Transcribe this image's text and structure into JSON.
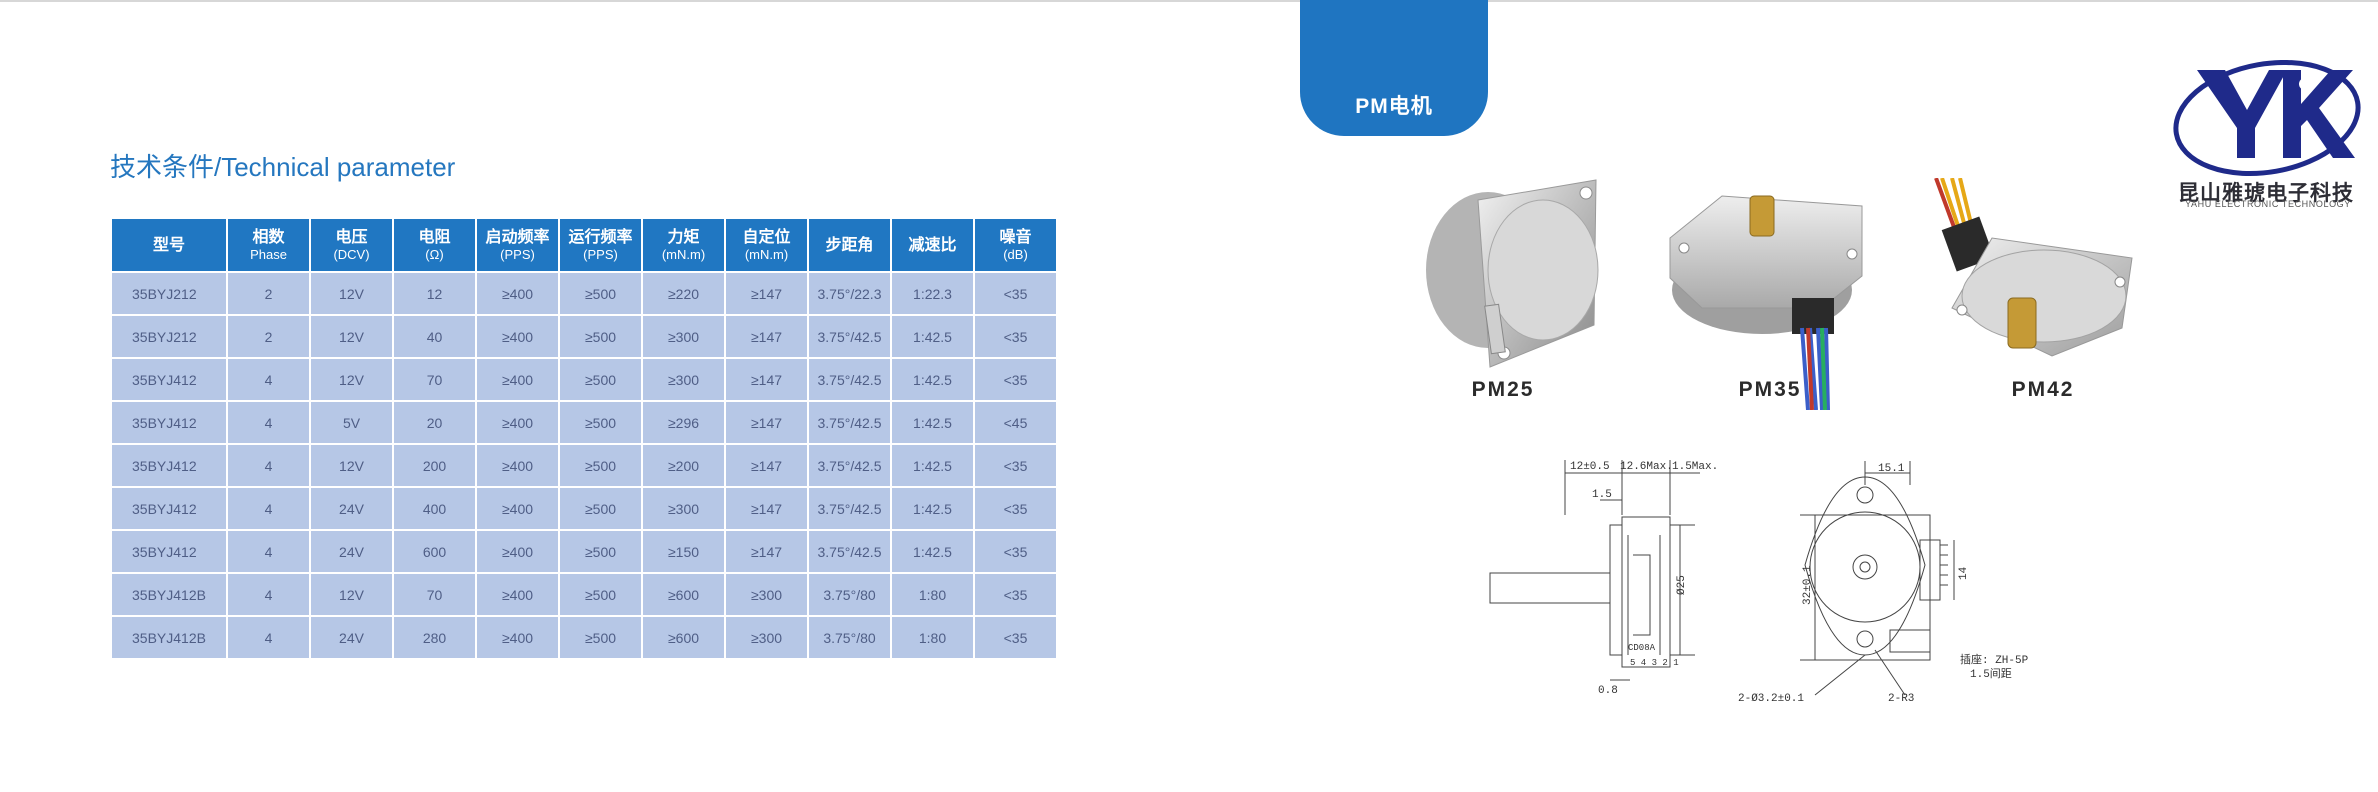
{
  "tab": {
    "label": "PM电机"
  },
  "section": {
    "title": "技术条件/Technical parameter"
  },
  "table": {
    "headers": [
      {
        "cn": "型号",
        "en": ""
      },
      {
        "cn": "相数",
        "en": "Phase"
      },
      {
        "cn": "电压",
        "en": "(DCV)"
      },
      {
        "cn": "电阻",
        "en": "(Ω)"
      },
      {
        "cn": "启动频率",
        "en": "(PPS)"
      },
      {
        "cn": "运行频率",
        "en": "(PPS)"
      },
      {
        "cn": "力矩",
        "en": "(mN.m)"
      },
      {
        "cn": "自定位",
        "en": "(mN.m)"
      },
      {
        "cn": "步距角",
        "en": ""
      },
      {
        "cn": "减速比",
        "en": ""
      },
      {
        "cn": "噪音",
        "en": "(dB)"
      }
    ],
    "rows": [
      [
        "35BYJ212",
        "2",
        "12V",
        "12",
        "≥400",
        "≥500",
        "≥220",
        "≥147",
        "3.75°/22.3",
        "1:22.3",
        "<35"
      ],
      [
        "35BYJ212",
        "2",
        "12V",
        "40",
        "≥400",
        "≥500",
        "≥300",
        "≥147",
        "3.75°/42.5",
        "1:42.5",
        "<35"
      ],
      [
        "35BYJ412",
        "4",
        "12V",
        "70",
        "≥400",
        "≥500",
        "≥300",
        "≥147",
        "3.75°/42.5",
        "1:42.5",
        "<35"
      ],
      [
        "35BYJ412",
        "4",
        "5V",
        "20",
        "≥400",
        "≥500",
        "≥296",
        "≥147",
        "3.75°/42.5",
        "1:42.5",
        "<45"
      ],
      [
        "35BYJ412",
        "4",
        "12V",
        "200",
        "≥400",
        "≥500",
        "≥200",
        "≥147",
        "3.75°/42.5",
        "1:42.5",
        "<35"
      ],
      [
        "35BYJ412",
        "4",
        "24V",
        "400",
        "≥400",
        "≥500",
        "≥300",
        "≥147",
        "3.75°/42.5",
        "1:42.5",
        "<35"
      ],
      [
        "35BYJ412",
        "4",
        "24V",
        "600",
        "≥400",
        "≥500",
        "≥150",
        "≥147",
        "3.75°/42.5",
        "1:42.5",
        "<35"
      ],
      [
        "35BYJ412B",
        "4",
        "12V",
        "70",
        "≥400",
        "≥500",
        "≥600",
        "≥300",
        "3.75°/80",
        "1:80",
        "<35"
      ],
      [
        "35BYJ412B",
        "4",
        "24V",
        "280",
        "≥400",
        "≥500",
        "≥600",
        "≥300",
        "3.75°/80",
        "1:80",
        "<35"
      ]
    ]
  },
  "logo": {
    "cn": "昆山雅琥电子科技",
    "en": "YAHU ELECTRONIC TECHNOLOGY"
  },
  "products": [
    {
      "label": "PM25"
    },
    {
      "label": "PM35"
    },
    {
      "label": "PM42"
    }
  ],
  "drawing": {
    "labels": [
      "12±0.5",
      "12.6Max.",
      "1.5Max.",
      "1.5",
      "15.1",
      "Ø25",
      "32±0.1",
      "14",
      "0.8",
      "2-Ø3.2±0.1",
      "2-R3",
      "插座: ZH-5P",
      "1.5间距",
      "CD08A",
      "5 4 3 2 1"
    ]
  },
  "colors": {
    "accent": "#1f75c1",
    "header": "#2077c2",
    "cell": "#b6c7e6",
    "cell_text": "#4f5e86",
    "title": "#2577bf"
  }
}
